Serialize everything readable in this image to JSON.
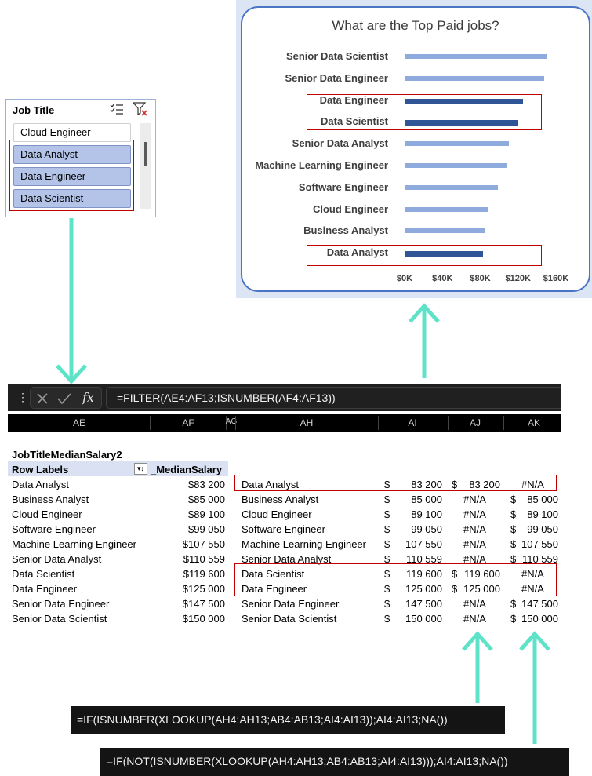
{
  "slicer": {
    "title": "Job Title",
    "items": [
      {
        "label": "Cloud Engineer",
        "selected": false
      },
      {
        "label": "Data Analyst",
        "selected": true
      },
      {
        "label": "Data Engineer",
        "selected": true
      },
      {
        "label": "Data Scientist",
        "selected": true
      }
    ]
  },
  "chart_data": {
    "type": "bar",
    "title": "What are the Top Paid jobs?",
    "categories": [
      "Senior Data Scientist",
      "Senior Data Engineer",
      "Data Engineer",
      "Data Scientist",
      "Senior Data Analyst",
      "Machine Learning Engineer",
      "Software Engineer",
      "Cloud Engineer",
      "Business Analyst",
      "Data Analyst"
    ],
    "values": [
      150000,
      147500,
      125000,
      119600,
      110559,
      107550,
      99050,
      89100,
      85000,
      83200
    ],
    "highlighted": [
      "Data Engineer",
      "Data Scientist",
      "Data Analyst"
    ],
    "xlim": [
      0,
      160000
    ],
    "xticks": [
      "$0K",
      "$40K",
      "$80K",
      "$120K",
      "$160K"
    ],
    "colors": {
      "normal": "#8faadc",
      "highlight": "#2f5597"
    }
  },
  "formula_bar": {
    "formula": "=FILTER(AE4:AF13;ISNUMBER(AF4:AF13))",
    "columns": [
      "AE",
      "AF",
      "AG",
      "AH",
      "AI",
      "AJ",
      "AK"
    ]
  },
  "pivot": {
    "name": "JobTitleMedianSalary2",
    "header_labels": "Row Labels",
    "header_value": "_MedianSalary",
    "rows": [
      {
        "label": "Data Analyst",
        "value": "$83 200"
      },
      {
        "label": "Business Analyst",
        "value": "$85 000"
      },
      {
        "label": "Cloud Engineer",
        "value": "$89 100"
      },
      {
        "label": "Software Engineer",
        "value": "$99 050"
      },
      {
        "label": "Machine Learning Engineer",
        "value": "$107 550"
      },
      {
        "label": "Senior Data Analyst",
        "value": "$110 559"
      },
      {
        "label": "Data Scientist",
        "value": "$119 600"
      },
      {
        "label": "Data Engineer",
        "value": "$125 000"
      },
      {
        "label": "Senior Data Engineer",
        "value": "$147 500"
      },
      {
        "label": "Senior Data Scientist",
        "value": "$150 000"
      }
    ]
  },
  "split": {
    "rows": [
      {
        "name": "Data Analyst",
        "ai": "83 200",
        "aj": "83 200",
        "ak": "#N/A"
      },
      {
        "name": "Business Analyst",
        "ai": "85 000",
        "aj": "#N/A",
        "ak": "85 000"
      },
      {
        "name": "Cloud Engineer",
        "ai": "89 100",
        "aj": "#N/A",
        "ak": "89 100"
      },
      {
        "name": "Software Engineer",
        "ai": "99 050",
        "aj": "#N/A",
        "ak": "99 050"
      },
      {
        "name": "Machine Learning Engineer",
        "ai": "107 550",
        "aj": "#N/A",
        "ak": "107 550"
      },
      {
        "name": "Senior Data Analyst",
        "ai": "110 559",
        "aj": "#N/A",
        "ak": "110 559"
      },
      {
        "name": "Data Scientist",
        "ai": "119 600",
        "aj": "119 600",
        "ak": "#N/A"
      },
      {
        "name": "Data Engineer",
        "ai": "125 000",
        "aj": "125 000",
        "ak": "#N/A"
      },
      {
        "name": "Senior Data Engineer",
        "ai": "147 500",
        "aj": "#N/A",
        "ak": "147 500"
      },
      {
        "name": "Senior Data Scientist",
        "ai": "150 000",
        "aj": "#N/A",
        "ak": "150 000"
      }
    ]
  },
  "formula_aj": "=IF(ISNUMBER(XLOOKUP(AH4:AH13;AB4:AB13;AI4:AI13));AI4:AI13;NA())",
  "formula_ak": "=IF(NOT(ISNUMBER(XLOOKUP(AH4:AH13;AB4:AB13;AI4:AI13)));AI4:AI13;NA())",
  "currency_symbol": "$",
  "colors": {
    "arrow": "#5fe3c8",
    "highlight_box": "#c00000"
  }
}
